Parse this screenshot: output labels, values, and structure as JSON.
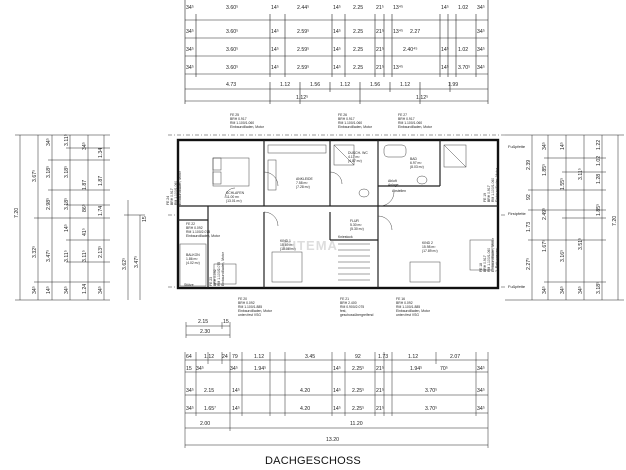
{
  "title": "DACHGESCHOSS",
  "watermark": "CITEMA",
  "top_dims": {
    "rows": [
      {
        "values": [
          "34⁵",
          "3.60⁵",
          "14⁵",
          "2.44⁵",
          "14⁵",
          "2.25",
          "21⁵",
          "13⁴⁵",
          "14⁵",
          "1.02",
          "34⁵"
        ]
      },
      {
        "values": [
          "34⁵",
          "3.60⁵",
          "14⁵",
          "2.59⁵",
          "14⁵",
          "2.25",
          "21⁵",
          "13⁴⁵",
          "2.27",
          "34⁵"
        ]
      },
      {
        "values": [
          "34⁵",
          "3.60⁵",
          "14⁵",
          "2.59⁵",
          "14⁵",
          "2.25",
          "21⁵",
          "2.40⁴⁵",
          "14⁵",
          "1.02",
          "34⁵"
        ]
      },
      {
        "values": [
          "34⁵",
          "3.60⁵",
          "14⁵",
          "2.59⁵",
          "14⁵",
          "2.25",
          "21⁵",
          "13⁴⁵",
          "14⁵",
          "3.70⁵",
          "34⁵"
        ]
      },
      {
        "values": [
          "4.73",
          "1.12",
          "1.56",
          "1.12",
          "1.56",
          "1.12",
          "1.99"
        ]
      },
      {
        "values": [
          "1.12⁵",
          "1.12⁵"
        ]
      }
    ]
  },
  "bottom_dims": {
    "rows": [
      {
        "values": [
          "64",
          "1.12",
          "24",
          "79",
          "1.12",
          "3.45",
          "92",
          "1.73",
          "1.12",
          "2.07"
        ]
      },
      {
        "values": [
          "15",
          "34⁵",
          "34⁵",
          "1.94⁵",
          "14⁵",
          "2.25⁵",
          "21⁵",
          "1.94⁵",
          "70⁵",
          "34⁵"
        ]
      },
      {
        "values": [
          "34⁵",
          "2.15",
          "14⁵",
          "4.20",
          "14⁵",
          "2.25⁵",
          "21⁵",
          "3.70⁵",
          "34⁵"
        ]
      },
      {
        "values": [
          "34⁵",
          "1.65⁷",
          "14⁵",
          "4.20",
          "14⁵",
          "2.25⁵",
          "21⁵",
          "3.70⁵",
          "34⁵"
        ]
      },
      {
        "values": [
          "2.00",
          "11.20"
        ]
      },
      {
        "values": [
          "13.20"
        ]
      }
    ],
    "left_mini": [
      "2.15",
      "15",
      "2.30"
    ]
  },
  "left_dims": {
    "col1": [
      "3.67⁵",
      "3.32⁵",
      "34⁵"
    ],
    "col2": [
      "34⁵",
      "3.18⁵",
      "2.98⁵",
      "3.47⁵",
      "14⁵",
      "3.11⁵",
      "34⁵",
      "1.24"
    ],
    "col3": [
      "1.34",
      "1.87",
      "86⁵",
      "41⁵",
      "1.74",
      "2.13⁵"
    ],
    "outer": "7.20",
    "mid": [
      "15",
      "3.62⁵",
      "3.47⁵"
    ]
  },
  "right_dims": {
    "col1": [
      "2.39",
      "1.73",
      "92",
      "2.27⁵"
    ],
    "col2": [
      "34⁵",
      "1.85⁵",
      "2.49⁵",
      "2.13⁵",
      "1.67⁵",
      "34⁵"
    ],
    "col3": [
      "14⁵",
      "1.55⁵",
      "3.16⁵",
      "34⁵",
      "3.18⁵"
    ],
    "col4": [
      "3.11⁵",
      "3.51⁵",
      "34⁵"
    ],
    "col5": [
      "1.22",
      "1.02",
      "1.28",
      "3.47⁵",
      "3.62⁵"
    ],
    "outer": "7.20",
    "labels": [
      "Fußpfette",
      "Firstpfette",
      "Fußpfette"
    ]
  },
  "windows": {
    "fe25": {
      "l1": "FE 25",
      "l2": "BRH 0.917",
      "l3": "RM 1.100/1.060",
      "l4": "Einbaurollladen, Motor"
    },
    "fe26": {
      "l1": "FE 26",
      "l2": "BRH 0.917",
      "l3": "RM 1.100/1.060",
      "l4": "Einbaurollladen, Motor"
    },
    "fe27": {
      "l1": "FE 27",
      "l2": "BRH 0.917",
      "l3": "RM 1.100/1.060",
      "l4": "Einbaurollladen, Motor"
    },
    "fe24": {
      "l1": "FE 24",
      "l2": "BRH 0.917",
      "l3": "RM 1.100/1.060",
      "l4": "Einbaurollladen, Motor"
    },
    "fe18": {
      "l1": "FE 18",
      "l2": "BRH 0.917",
      "l3": "RM 1.100/1.060",
      "l4": "Einbaurollladen, Motor",
      "l5": "2. Rettungsweg"
    },
    "fe19": {
      "l1": "FE 19",
      "l2": "BRH 0.917",
      "l3": "RM 1.100/1.060",
      "l4": "Einbaurollladen, Motor"
    },
    "fe22": {
      "l1": "FE 22",
      "l2": "BRH 0.092",
      "l3": "RM 1.100/2.075",
      "l4": "Einbaurollladen, Motor"
    },
    "fe23": {
      "l1": "FE 23",
      "l2": "BRH 0.092",
      "l3": "RM 1.100/2.075",
      "l4": "Einbaurollladen, Motor"
    },
    "fe20": {
      "l1": "FE 20",
      "l2": "BRH 0.092",
      "l3": "RM 1.100/1.885",
      "l4": "Einbaurollladen, Motor",
      "l5": "unten fest VSG"
    },
    "fe21": {
      "l1": "FE 21",
      "l2": "BRH 2.400",
      "l3": "RM 0.900/2.075",
      "l4": "fest,",
      "l5": "geschossübergreifend"
    },
    "fe16": {
      "l1": "FE 16",
      "l2": "BRH 0.092",
      "l3": "RM 1.100/1.885",
      "l4": "Einbaurollladen, Motor",
      "l5": "unten fest VSG"
    }
  },
  "rooms": {
    "schlafen": {
      "name": "SCHLAFEN",
      "area": "11.00 m²",
      "sub": "(13.01 m²)"
    },
    "ankleide": {
      "name": "ANKLEIDE",
      "area": "7.58 m²",
      "sub": "(7.28 m²)"
    },
    "dusch": {
      "name": "DUSCH- WC",
      "area": "4.17 m²",
      "sub": "(4.87 m²)"
    },
    "bad": {
      "name": "BAD",
      "area": "6.97 m²",
      "sub": "(8.03 m²)"
    },
    "kind1": {
      "name": "KIND 1",
      "area": "15.69 m²",
      "sub": "(18.06 m²)"
    },
    "kind2": {
      "name": "KIND 2",
      "area": "15.98 m²",
      "sub": "(17.89 m²)"
    },
    "flur": {
      "name": "FLUR",
      "area": "5.30 m²",
      "sub": "(5.30 m²)"
    },
    "balkon": {
      "name": "BALKON",
      "area": "1.86 m²",
      "sub": "(4.02 m²)"
    },
    "abstellen": "Abstellen",
    "kniestock": "Kniestock",
    "abluft": "Abluft",
    "anlage": "Anlage",
    "stutze": "Stütze"
  }
}
